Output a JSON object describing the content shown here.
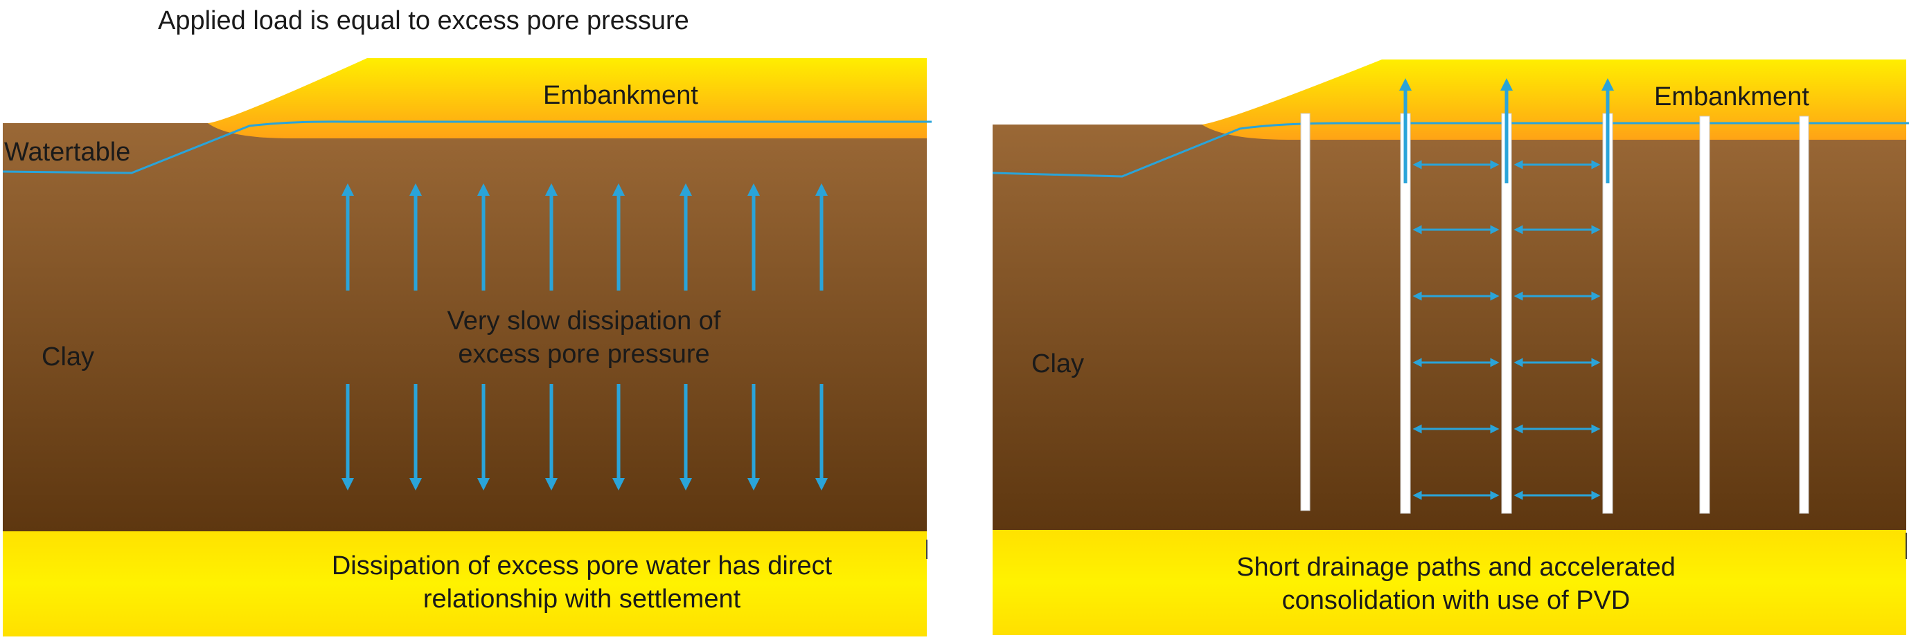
{
  "title": "Applied load is equal to excess pore pressure",
  "colors": {
    "clay_top": "#9a6836",
    "clay_bottom": "#5e3710",
    "sand_yellow": "#ffee00",
    "sand_orange": "#ffa616",
    "water": "#2aa4d9",
    "text": "#1a1a1a",
    "drain": "#ffffff"
  },
  "left_panel": {
    "embankment_label": "Embankment",
    "watertable_label": "Watertable",
    "clay_label": "Clay",
    "center_text": [
      "Very slow dissipation of",
      "excess pore pressure"
    ],
    "bottom_text": [
      "Dissipation of excess pore water has direct",
      "relationship with settlement"
    ],
    "arrow_columns": 8,
    "flow": "vertical"
  },
  "right_panel": {
    "embankment_label": "Embankment",
    "clay_label": "Clay",
    "bottom_text": [
      "Short drainage paths and accelerated",
      "consolidation with use of PVD"
    ],
    "drain_count": 6,
    "upward_arrows": 3,
    "horizontal_arrow_rows": 6,
    "flow": "horizontal-to-drains"
  }
}
